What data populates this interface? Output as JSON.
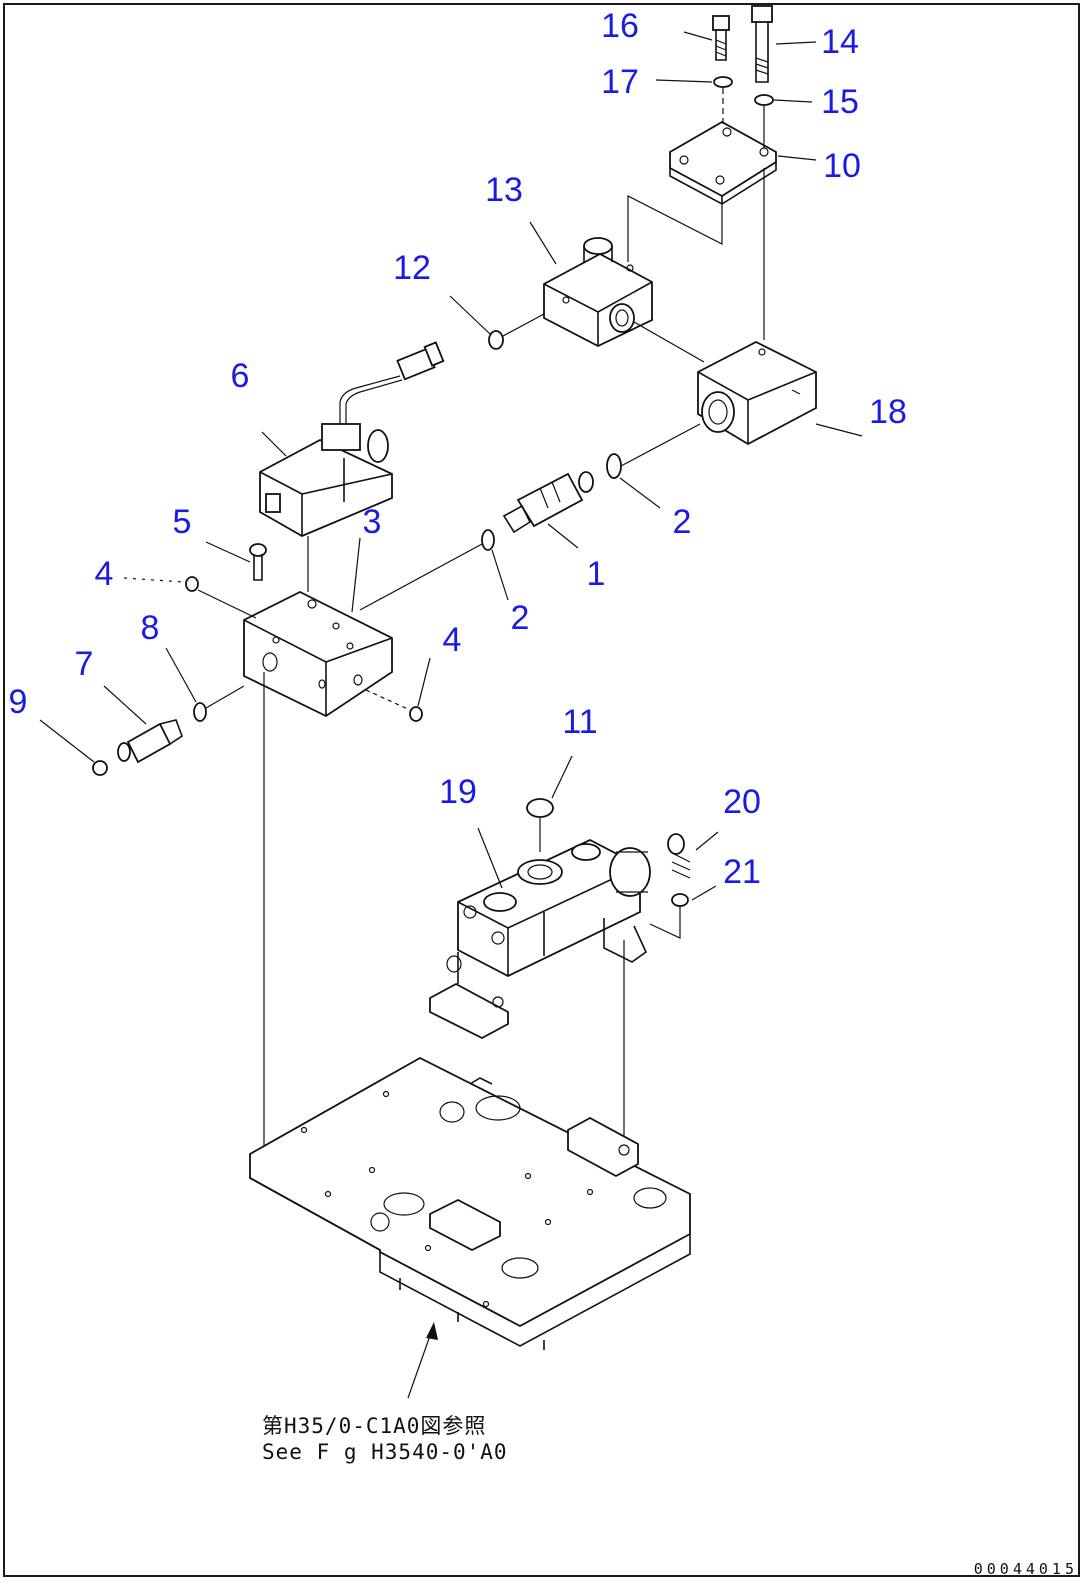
{
  "diagram": {
    "callouts": [
      {
        "id": "c16",
        "label": "16"
      },
      {
        "id": "c14",
        "label": "14"
      },
      {
        "id": "c17",
        "label": "17"
      },
      {
        "id": "c15",
        "label": "15"
      },
      {
        "id": "c10",
        "label": "10"
      },
      {
        "id": "c13",
        "label": "13"
      },
      {
        "id": "c12",
        "label": "12"
      },
      {
        "id": "c6",
        "label": "6"
      },
      {
        "id": "c18",
        "label": "18"
      },
      {
        "id": "c2a",
        "label": "2"
      },
      {
        "id": "c5",
        "label": "5"
      },
      {
        "id": "c3",
        "label": "3"
      },
      {
        "id": "c1",
        "label": "1"
      },
      {
        "id": "c4a",
        "label": "4"
      },
      {
        "id": "c2b",
        "label": "2"
      },
      {
        "id": "c8",
        "label": "8"
      },
      {
        "id": "c4b",
        "label": "4"
      },
      {
        "id": "c7",
        "label": "7"
      },
      {
        "id": "c9",
        "label": "9"
      },
      {
        "id": "c11",
        "label": "11"
      },
      {
        "id": "c19",
        "label": "19"
      },
      {
        "id": "c20",
        "label": "20"
      },
      {
        "id": "c21",
        "label": "21"
      }
    ],
    "reference_note": {
      "line_jp": "第H35/0-C1A0図参照",
      "line_en": "See F g H3540-0'A0"
    },
    "drawing_number": "00044015"
  }
}
